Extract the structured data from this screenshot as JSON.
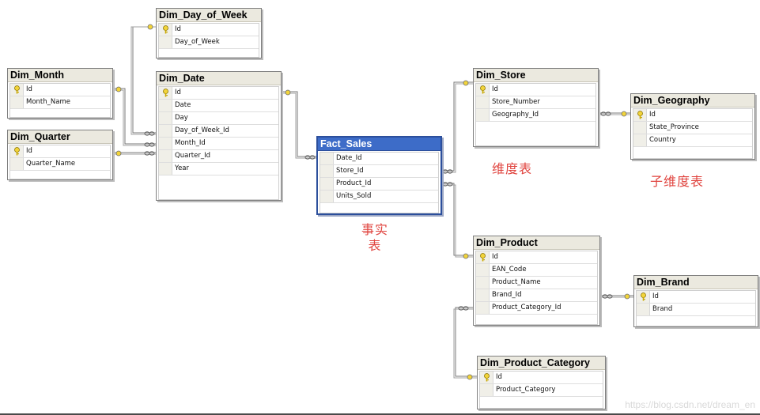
{
  "tables": {
    "dim_day_of_week": {
      "title": "Dim_Day_of_Week",
      "rows": [
        "Id",
        "Day_of_Week"
      ]
    },
    "dim_month": {
      "title": "Dim_Month",
      "rows": [
        "Id",
        "Month_Name"
      ]
    },
    "dim_quarter": {
      "title": "Dim_Quarter",
      "rows": [
        "Id",
        "Quarter_Name"
      ]
    },
    "dim_date": {
      "title": "Dim_Date",
      "rows": [
        "Id",
        "Date",
        "Day",
        "Day_of_Week_Id",
        "Month_Id",
        "Quarter_Id",
        "Year"
      ]
    },
    "fact_sales": {
      "title": "Fact_Sales",
      "rows": [
        "Date_Id",
        "Store_Id",
        "Product_Id",
        "Units_Sold"
      ]
    },
    "dim_store": {
      "title": "Dim_Store",
      "rows": [
        "Id",
        "Store_Number",
        "Geography_Id"
      ]
    },
    "dim_geography": {
      "title": "Dim_Geography",
      "rows": [
        "Id",
        "State_Province",
        "Country"
      ]
    },
    "dim_product": {
      "title": "Dim_Product",
      "rows": [
        "Id",
        "EAN_Code",
        "Product_Name",
        "Brand_Id",
        "Product_Category_Id"
      ]
    },
    "dim_brand": {
      "title": "Dim_Brand",
      "rows": [
        "Id",
        "Brand"
      ]
    },
    "dim_product_category": {
      "title": "Dim_Product_Category",
      "rows": [
        "Id",
        "Product_Category"
      ]
    }
  },
  "annotations": {
    "fact_table_line1": "事实",
    "fact_table_line2": "表",
    "dimension_table": "维度表",
    "sub_dimension_table": "子维度表"
  },
  "watermark": "https://blog.csdn.net/dream_en",
  "colors": {
    "fact_header": "#3d6cc8",
    "dim_header": "#ebe9df",
    "annotation": "#e0443f",
    "key_icon": "#f2d43a"
  }
}
